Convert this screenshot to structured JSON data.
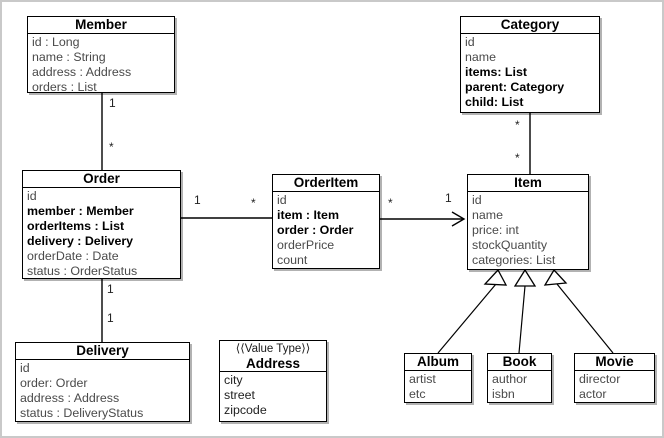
{
  "diagram": {
    "kind": "uml-class-diagram",
    "classes": {
      "member": {
        "title": "Member",
        "attrs": [
          "id : Long",
          "name : String",
          "address : Address",
          "orders : List"
        ]
      },
      "category": {
        "title": "Category",
        "attrs": [
          "id",
          "name",
          "items: List",
          "parent: Category",
          "child: List"
        ]
      },
      "order": {
        "title": "Order",
        "attrs": [
          "id",
          "member : Member",
          "orderItems : List",
          "delivery : Delivery",
          "orderDate : Date",
          "status : OrderStatus"
        ]
      },
      "orderitem": {
        "title": "OrderItem",
        "attrs": [
          "id",
          "item : Item",
          "order : Order",
          "orderPrice",
          "count"
        ]
      },
      "item": {
        "title": "Item",
        "attrs": [
          "id",
          "name",
          "price: int",
          "stockQuantity",
          "categories: List"
        ]
      },
      "delivery": {
        "title": "Delivery",
        "attrs": [
          "id",
          "order: Order",
          "address : Address",
          "status : DeliveryStatus"
        ]
      },
      "address": {
        "stereotype": "⟨⟨Value Type⟩⟩",
        "title": "Address",
        "attrs": [
          "city",
          "street",
          "zipcode"
        ]
      },
      "album": {
        "title": "Album",
        "attrs": [
          "artist",
          "etc"
        ]
      },
      "book": {
        "title": "Book",
        "attrs": [
          "author",
          "isbn"
        ]
      },
      "movie": {
        "title": "Movie",
        "attrs": [
          "director",
          "actor"
        ]
      }
    },
    "multiplicities": {
      "member_order_near_member": "1",
      "member_order_near_order": "*",
      "order_orderitem_near_order": "1",
      "order_orderitem_near_orderitem": "*",
      "orderitem_item_near_orderitem": "*",
      "orderitem_item_near_item": "1",
      "category_item_near_category": "*",
      "category_item_near_item": "*",
      "order_delivery_near_order": "1",
      "order_delivery_near_delivery": "1"
    },
    "colors": {
      "line": "#000000",
      "attribute_gray": "#4a4a4a",
      "background": "#ffffff",
      "frame": "#c9c9c9"
    }
  }
}
